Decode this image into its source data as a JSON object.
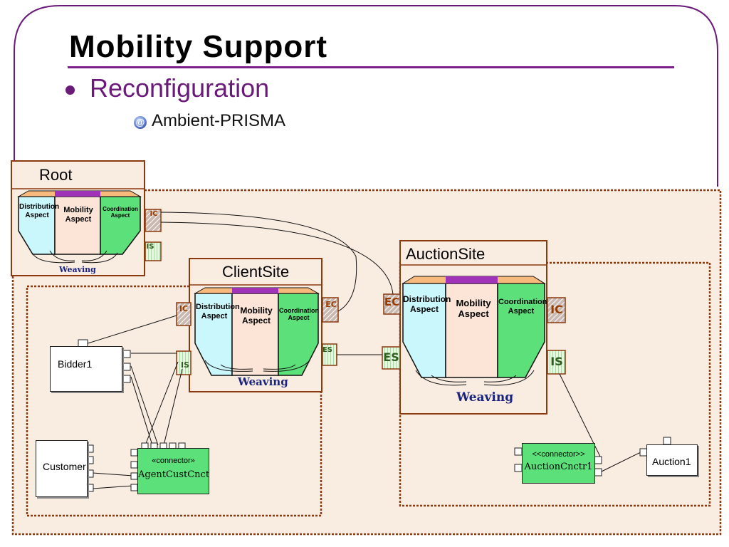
{
  "slide": {
    "title": "Mobility Support",
    "bullet": "Reconfiguration",
    "sub_bullet": "Ambient-PRISMA",
    "sub_icon": "@"
  },
  "colors": {
    "accent": "#7b1f8b",
    "region_fill": "#f9ece0",
    "region_border": "#8b3a0f",
    "distribution": "#c9f7fb",
    "mobility": "#fce5d6",
    "coordination": "#5be07a"
  },
  "root": {
    "title": "Root",
    "distribution": "Distribution Aspect",
    "mobility": "Mobility Aspect",
    "coordination": "Coordination Aspect",
    "weaving": "Weaving",
    "ports": {
      "ic": "IC",
      "is": "IS"
    }
  },
  "client_site": {
    "title": "ClientSite",
    "distribution": "Distribution Aspect",
    "mobility": "Mobility Aspect",
    "coordination": "Coordination Aspect",
    "weaving": "Weaving",
    "ports": {
      "ic": "IC",
      "is": "IS",
      "ec": "EC",
      "es": "ES"
    }
  },
  "auction_site": {
    "title": "AuctionSite",
    "distribution": "Distribution Aspect",
    "mobility": "Mobility Aspect",
    "coordination": "Coordination Aspect",
    "weaving": "Weaving",
    "ports": {
      "ic": "IC",
      "is": "IS",
      "ec": "EC",
      "es": "ES"
    }
  },
  "components": {
    "bidder": "Bidder1",
    "customer": "Customer",
    "auction": "Auction1"
  },
  "connectors": {
    "agent": {
      "stereotype": "«connector»",
      "name": "AgentCustCnct"
    },
    "auction": {
      "stereotype": "<<connector>>",
      "name": "AuctionCnctr1"
    }
  }
}
